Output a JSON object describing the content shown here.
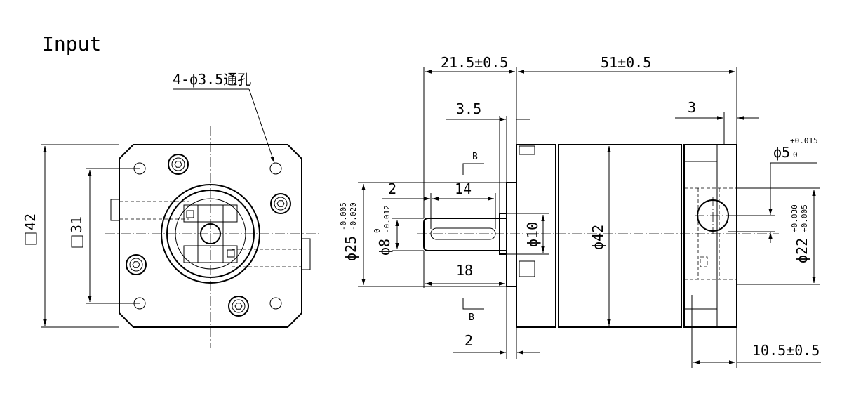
{
  "title": "Input",
  "hole_note": "4-ϕ3.5通孔",
  "dims": {
    "square_42": "42",
    "square_31": "31",
    "len_21_5": "21.5±0.5",
    "len_51": "51±0.5",
    "len_3_5": "3.5",
    "len_3": "3",
    "len_2_top": "2",
    "len_14": "14",
    "len_18": "18",
    "len_2_bottom": "2",
    "len_10_5": "10.5±0.5",
    "dia_10": "ϕ10",
    "dia_42": "ϕ42",
    "dia_25": "ϕ25",
    "dia_25_tol_upper": "-0.005",
    "dia_25_tol_lower": "-0.020",
    "dia_8": "ϕ8",
    "dia_8_tol_upper": "0",
    "dia_8_tol_lower": "-0.012",
    "dia_5": "ϕ5",
    "dia_5_tol_upper": "+0.015",
    "dia_5_tol_lower": "0",
    "dia_22": "ϕ22",
    "dia_22_tol_upper": "+0.030",
    "dia_22_tol_lower": "+0.005"
  },
  "section_label": "B"
}
